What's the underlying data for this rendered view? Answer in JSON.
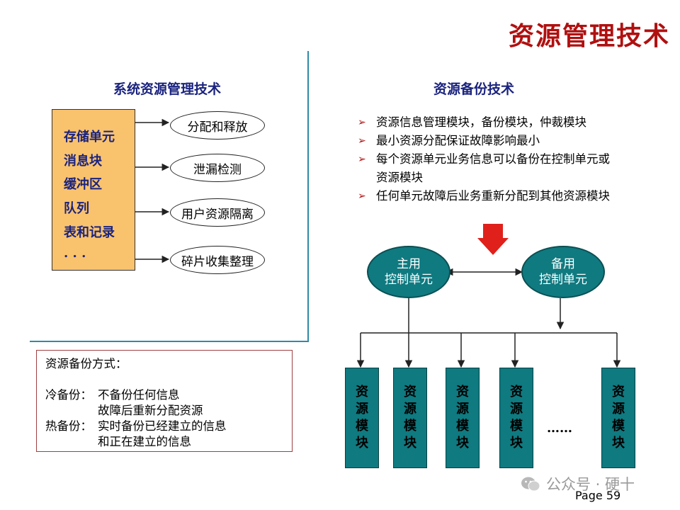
{
  "title": "资源管理技术",
  "left": {
    "heading": "系统资源管理技术",
    "storage_items": [
      "存储单元",
      "消息块",
      "缓冲区",
      "队列",
      "表和记录",
      ". . ."
    ],
    "techniques": [
      "分配和释放",
      "泄漏检测",
      "用户资源隔离",
      "碎片收集整理"
    ]
  },
  "right": {
    "heading": "资源备份技术",
    "bullets": [
      "资源信息管理模块，备份模块，仲裁模块",
      "最小资源分配保证故障影响最小",
      "每个资源单元业务信息可以备份在控制单元或资源模块",
      "任何单元故障后业务重新分配到其他资源模块"
    ],
    "primary_controller": [
      "主用",
      "控制单元"
    ],
    "backup_controller": [
      "备用",
      "控制单元"
    ],
    "module_label": [
      "资",
      "源",
      "模",
      "块"
    ],
    "ellipsis": "……"
  },
  "backup_modes": {
    "heading": "资源备份方式：",
    "cold_label": "冷备份：",
    "cold_line1": "不备份任何信息",
    "cold_line2": "故障后重新分配资源",
    "hot_label": "热备份：",
    "hot_line1": "实时备份已经建立的信息",
    "hot_line2": "和正在建立的信息"
  },
  "footer": {
    "watermark": "公众号 · 硬十",
    "page": "Page 59"
  },
  "colors": {
    "title": "#b01010",
    "heading": "#1a237e",
    "storage_fill": "#f9c26d",
    "teal": "#0f7a80",
    "divider": "#2e8ba6",
    "big_arrow": "#e0201a"
  }
}
